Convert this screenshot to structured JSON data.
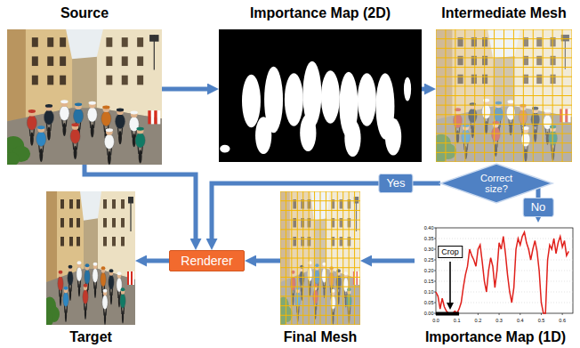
{
  "diagram": {
    "nodes": [
      {
        "text": [
          "Source"
        ]
      },
      {
        "text": [
          "Importance Map (2D)"
        ]
      },
      {
        "text": [
          "Intermediate Mesh"
        ]
      },
      {
        "text": [
          "Correct size?"
        ]
      },
      {
        "text": [
          "Target"
        ]
      },
      {
        "text": [
          "Renderer"
        ]
      },
      {
        "text": [
          "Final Mesh"
        ]
      },
      {
        "text": [
          "Importance Map (1D)"
        ]
      }
    ],
    "edges": [
      {
        "from": 0,
        "to": 1,
        "arrow": "to"
      },
      {
        "from": 1,
        "to": 2,
        "arrow": "to"
      },
      {
        "from": 3,
        "to": 5,
        "label": "Yes",
        "arrow": "to"
      },
      {
        "from": 0,
        "to": 5,
        "arrow": "to"
      },
      {
        "from": 3,
        "to": 7,
        "label": "No",
        "arrow": "to"
      },
      {
        "from": 7,
        "to": 6,
        "arrow": "to"
      },
      {
        "from": 6,
        "to": 5,
        "arrow": "to"
      },
      {
        "from": 5,
        "to": 4,
        "arrow": "to"
      }
    ],
    "labels": [
      "Crop",
      "0.40",
      "0.35",
      "0.30",
      "0.25",
      "0.20",
      "0.15",
      "0.10",
      "0.05",
      "0.00",
      "0.0",
      "0.1",
      "0.2",
      "0.3",
      "0.4",
      "0.5",
      "0.6"
    ]
  }
}
